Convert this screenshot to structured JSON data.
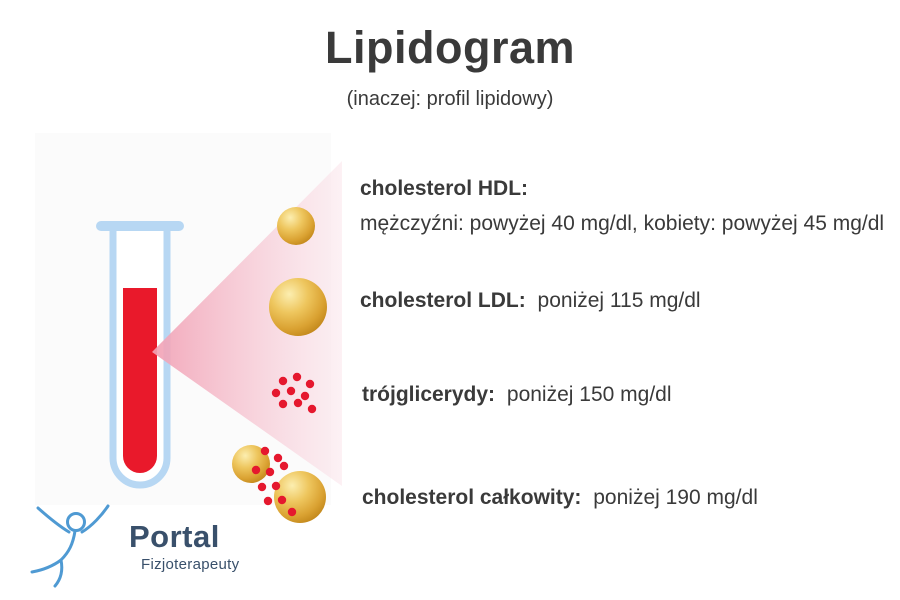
{
  "header": {
    "title": "Lipidogram",
    "subtitle": "(inaczej: profil lipidowy)"
  },
  "entries": [
    {
      "label": "cholesterol HDL:",
      "value": "mężczyźni: powyżej 40 mg/dl, kobiety: powyżej 45 mg/dl"
    },
    {
      "label": "cholesterol LDL:",
      "value": "poniżej 115 mg/dl"
    },
    {
      "label": "trójglicerydy:",
      "value": "poniżej 150 mg/dl"
    },
    {
      "label": "cholesterol całkowity:",
      "value": "poniżej 190 mg/dl"
    }
  ],
  "logo": {
    "name": "Portal",
    "subtitle": "Fizjoterapeuty"
  },
  "icons": {
    "test_tube": "test-tube-icon",
    "beam": "light-beam-shape",
    "spheres": "cholesterol-sphere",
    "dots": "triglyceride-dots",
    "figure": "person-logo-icon"
  },
  "colors": {
    "text": "#3a3a3a",
    "blood_red": "#e9192b",
    "tube_blue": "#b7d7f3",
    "beam_pink": "#f3a8ba",
    "sphere_gold": "#daa232",
    "dot_red": "#e5182e",
    "logo_blue": "#4f9ad3",
    "logo_text": "#39506b"
  }
}
